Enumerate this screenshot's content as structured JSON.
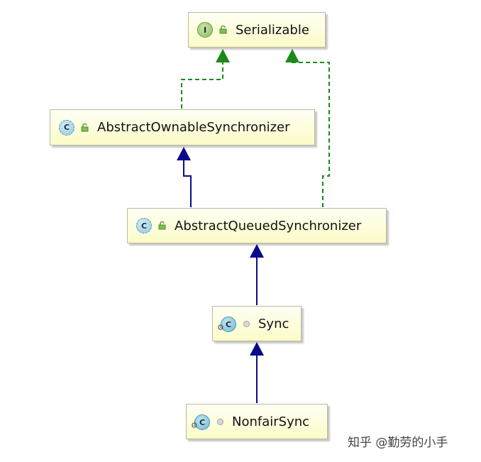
{
  "diagram": {
    "nodes": [
      {
        "id": "serializable",
        "label": "Serializable",
        "kind": "interface",
        "kind_letter": "I",
        "access": "public"
      },
      {
        "id": "aos",
        "label": "AbstractOwnableSynchronizer",
        "kind": "abstract-class",
        "kind_letter": "C",
        "access": "public"
      },
      {
        "id": "aqs",
        "label": "AbstractQueuedSynchronizer",
        "kind": "abstract-class",
        "kind_letter": "C",
        "access": "public"
      },
      {
        "id": "sync",
        "label": "Sync",
        "kind": "static-nested-class",
        "kind_letter": "C",
        "access": "package-private"
      },
      {
        "id": "nonfair",
        "label": "NonfairSync",
        "kind": "static-nested-class",
        "kind_letter": "C",
        "access": "package-private"
      }
    ],
    "edges": [
      {
        "from": "aos",
        "to": "serializable",
        "type": "implements",
        "style": "dashed",
        "color": "#1a8a1a"
      },
      {
        "from": "aqs",
        "to": "serializable",
        "type": "implements",
        "style": "dashed",
        "color": "#1a8a1a"
      },
      {
        "from": "aqs",
        "to": "aos",
        "type": "extends",
        "style": "solid",
        "color": "#0a0a8c"
      },
      {
        "from": "sync",
        "to": "aqs",
        "type": "extends",
        "style": "solid",
        "color": "#0a0a8c"
      },
      {
        "from": "nonfair",
        "to": "sync",
        "type": "extends",
        "style": "solid",
        "color": "#0a0a8c"
      }
    ]
  },
  "watermark": "知乎 @勤劳的小手"
}
